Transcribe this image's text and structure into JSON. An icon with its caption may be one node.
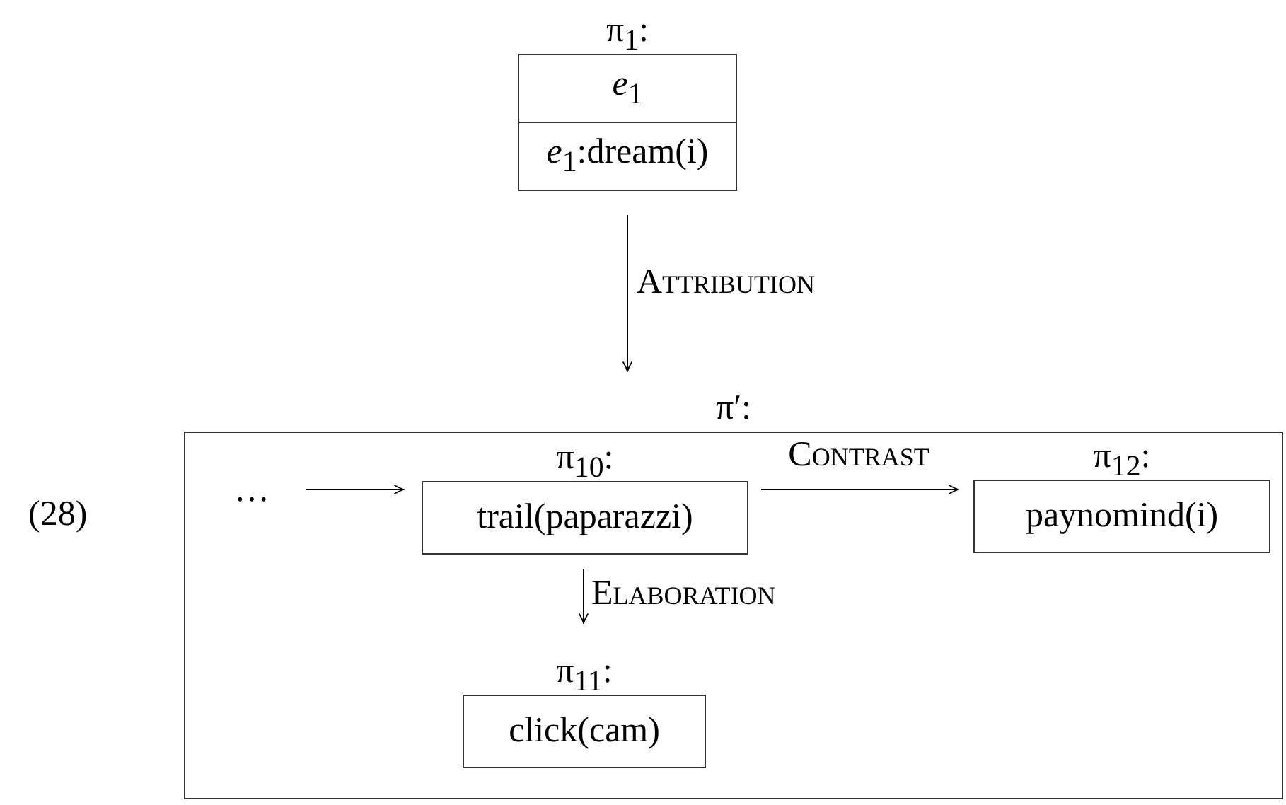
{
  "diagram": {
    "nodes": [
      {
        "text": [
          "π$_{1}$:",
          "*e*$_{1}$",
          "*e*$_{1}$:dream(i)"
        ]
      },
      {
        "text": [
          "π′:"
        ]
      },
      {
        "text": [
          "…"
        ],
        "in": 1
      },
      {
        "text": [
          "π$_{10}$:",
          "trail(paparazzi)"
        ],
        "in": 1
      },
      {
        "text": [
          "π$_{12}$:",
          "paynomind(i)"
        ],
        "in": 1
      },
      {
        "text": [
          "π$_{11}$:",
          "click(cam)"
        ],
        "in": 1
      }
    ],
    "edges": [
      {
        "from": 0,
        "to": 1,
        "arrow": "to",
        "label": "Attribution"
      },
      {
        "from": 2,
        "to": 3,
        "arrow": "to"
      },
      {
        "from": 3,
        "to": 4,
        "arrow": "to",
        "label": "Contrast"
      },
      {
        "from": 3,
        "to": 5,
        "arrow": "to",
        "label": "Elaboration"
      }
    ],
    "labels": [
      "(28)"
    ]
  }
}
